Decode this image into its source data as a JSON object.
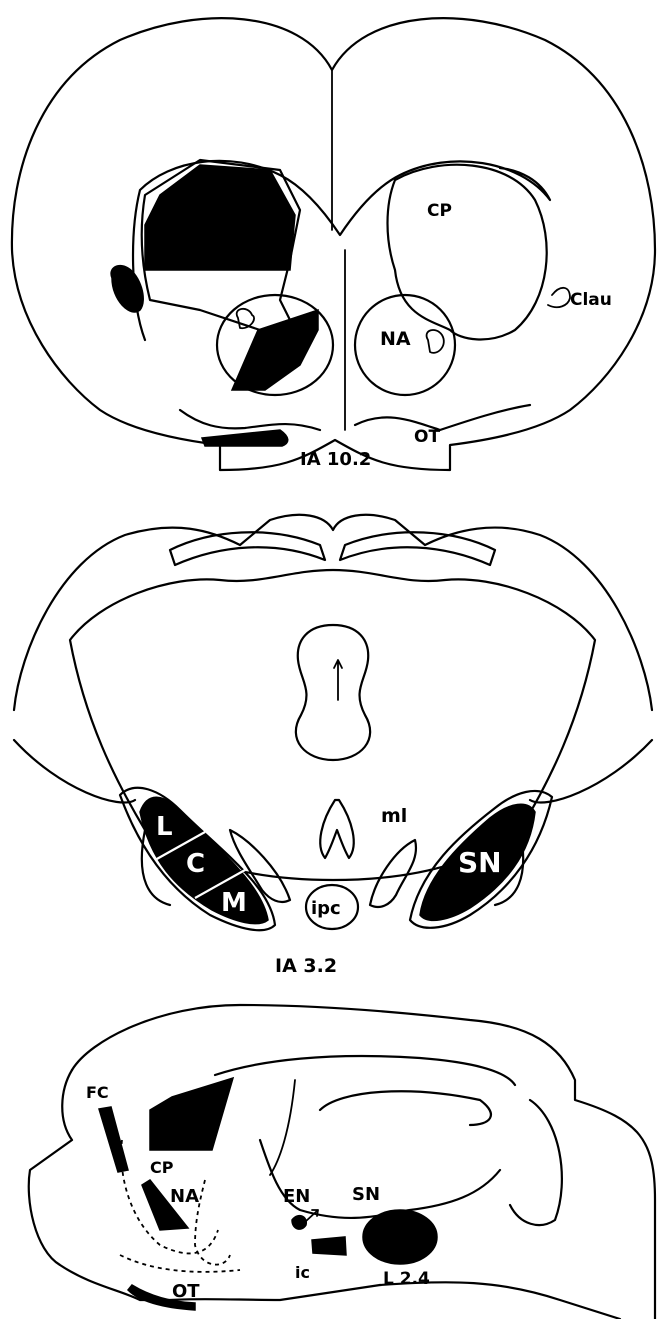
{
  "sections": [
    {
      "caption": "IA 10.2",
      "labels": {
        "cp": "CP",
        "clau": "Clau",
        "na": "NA",
        "ot": "OT"
      }
    },
    {
      "caption": "IA 3.2",
      "labels": {
        "l": "L",
        "c": "C",
        "m": "M",
        "ml": "ml",
        "sn": "SN",
        "ipc": "ipc"
      }
    },
    {
      "caption": "L 2.4",
      "labels": {
        "fc": "FC",
        "cp": "CP",
        "na": "NA",
        "en": "EN",
        "sn": "SN",
        "ic": "ic",
        "ot": "OT"
      }
    }
  ]
}
